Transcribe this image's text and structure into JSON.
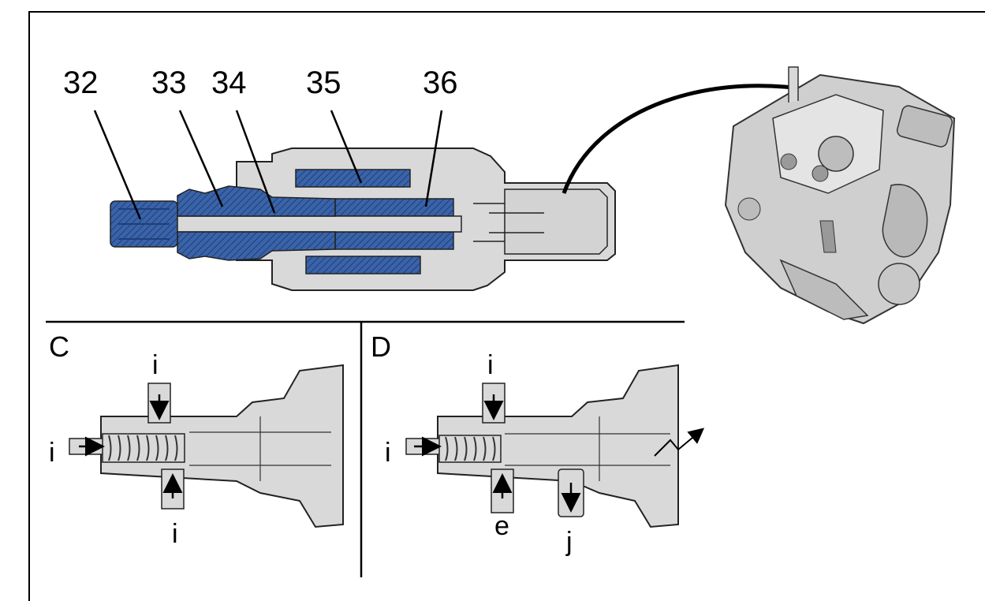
{
  "callouts": {
    "c32": "32",
    "c33": "33",
    "c34": "34",
    "c35": "35",
    "c36": "36"
  },
  "panels": {
    "c": {
      "letter": "C",
      "labels": {
        "top": "i",
        "left": "i",
        "bottom": "i"
      }
    },
    "d": {
      "letter": "D",
      "labels": {
        "top": "i",
        "left": "i",
        "bottom_a": "e",
        "bottom_b": "j"
      }
    }
  },
  "colors": {
    "section_blue": "#3a63a8",
    "housing_gray": "#d9d9d9",
    "line": "#222222"
  },
  "icons": [
    "arrow-curved-icon",
    "flow-arrow-icon",
    "fuel-pump-icon"
  ]
}
